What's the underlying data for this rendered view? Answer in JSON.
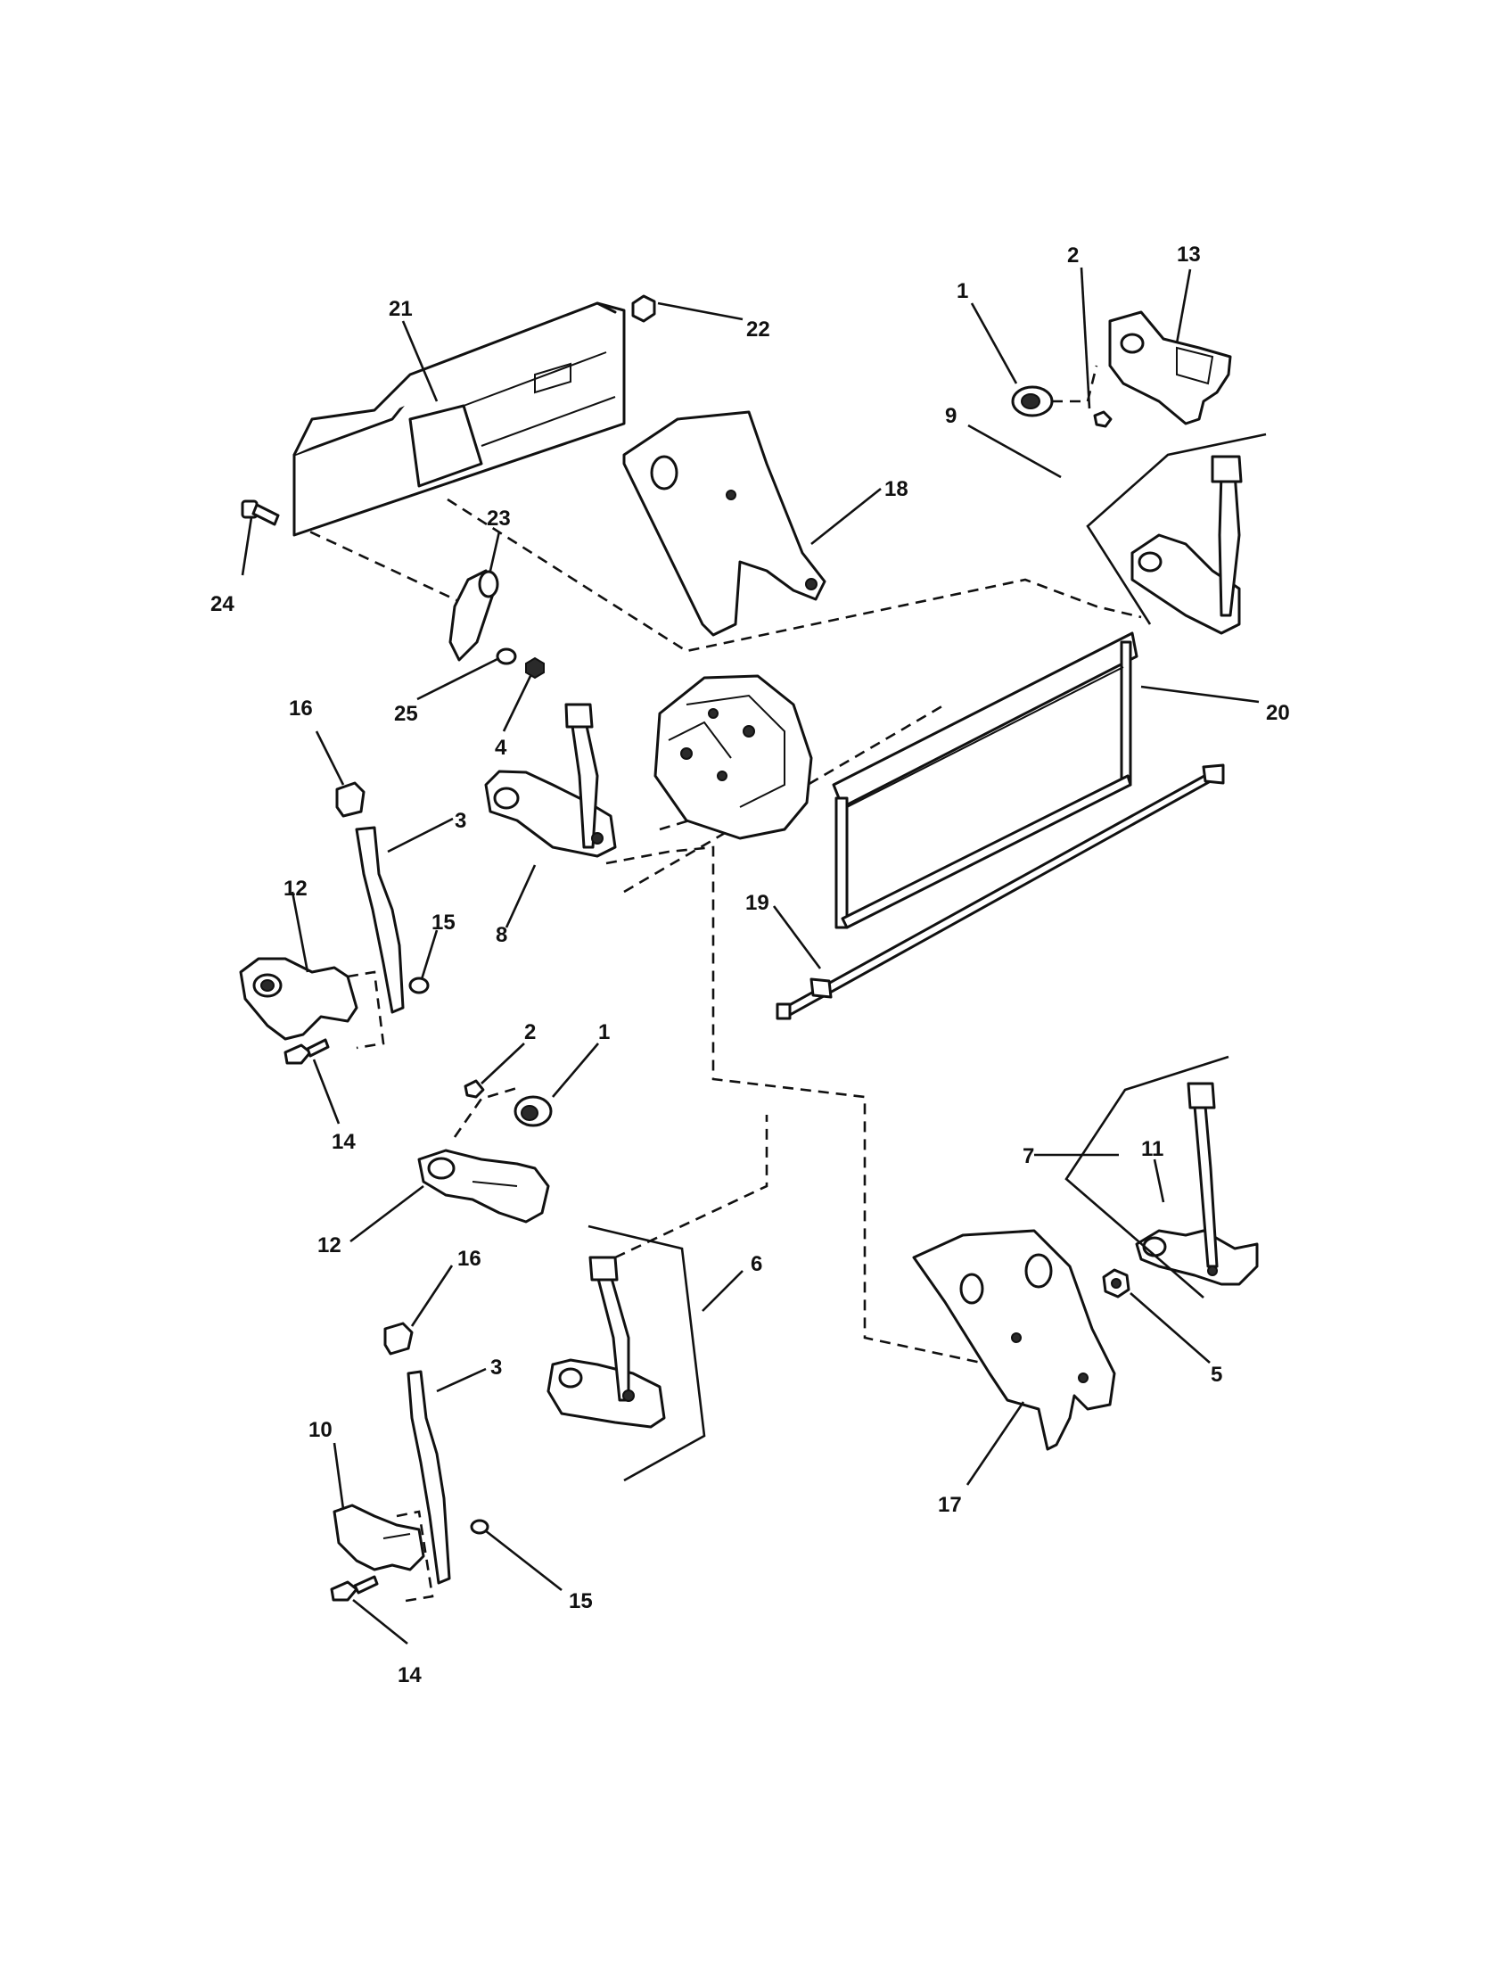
{
  "callouts": {
    "c1a": "1",
    "c2a": "2",
    "c13": "13",
    "c21": "21",
    "c22": "22",
    "c9": "9",
    "c18": "18",
    "c23": "23",
    "c24": "24",
    "c25": "25",
    "c4": "4",
    "c20": "20",
    "c16a": "16",
    "c3a": "3",
    "c12a": "12",
    "c15a": "15",
    "c8": "8",
    "c19": "19",
    "c14a": "14",
    "c2b": "2",
    "c1b": "1",
    "c12b": "12",
    "c7": "7",
    "c11": "11",
    "c6": "6",
    "c16b": "16",
    "c3b": "3",
    "c10": "10",
    "c5": "5",
    "c17": "17",
    "c15b": "15",
    "c14b": "14"
  },
  "colors": {
    "line": "#111111",
    "background": "#ffffff"
  }
}
